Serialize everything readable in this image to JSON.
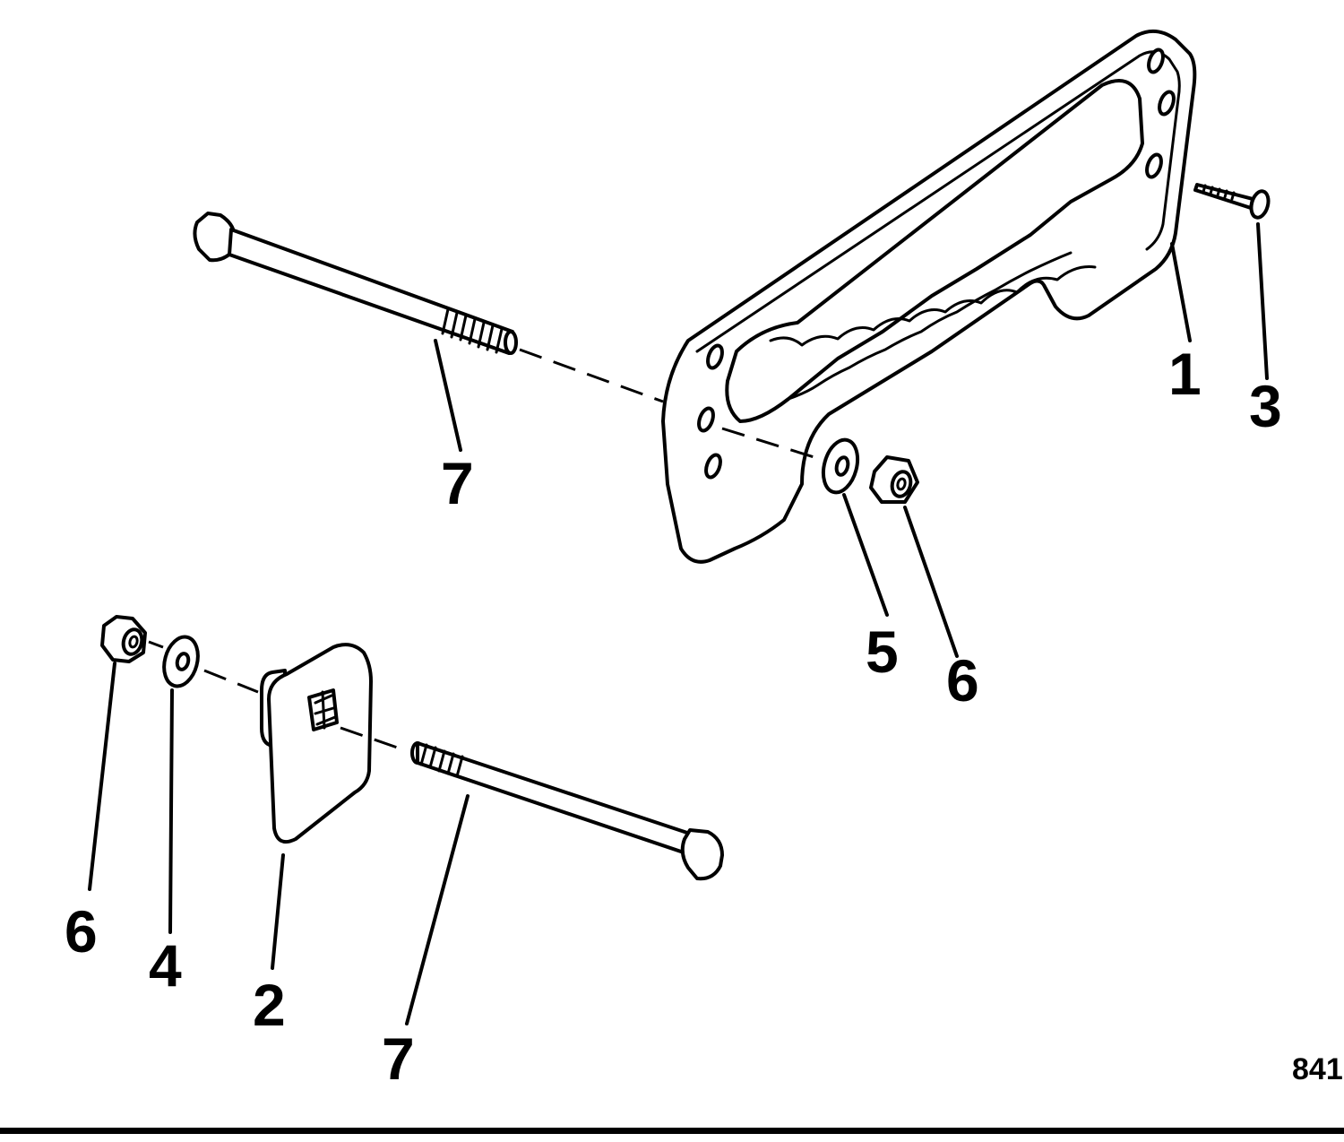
{
  "figure_number": "841",
  "callouts": {
    "bracket": "1",
    "plate": "2",
    "screw": "3",
    "washer_lower": "4",
    "washer_upper": "5",
    "nut_upper": "6",
    "nut_lower": "6",
    "bolt_upper": "7",
    "bolt_lower": "7"
  },
  "colors": {
    "ink": "#000000",
    "paper": "#ffffff"
  }
}
